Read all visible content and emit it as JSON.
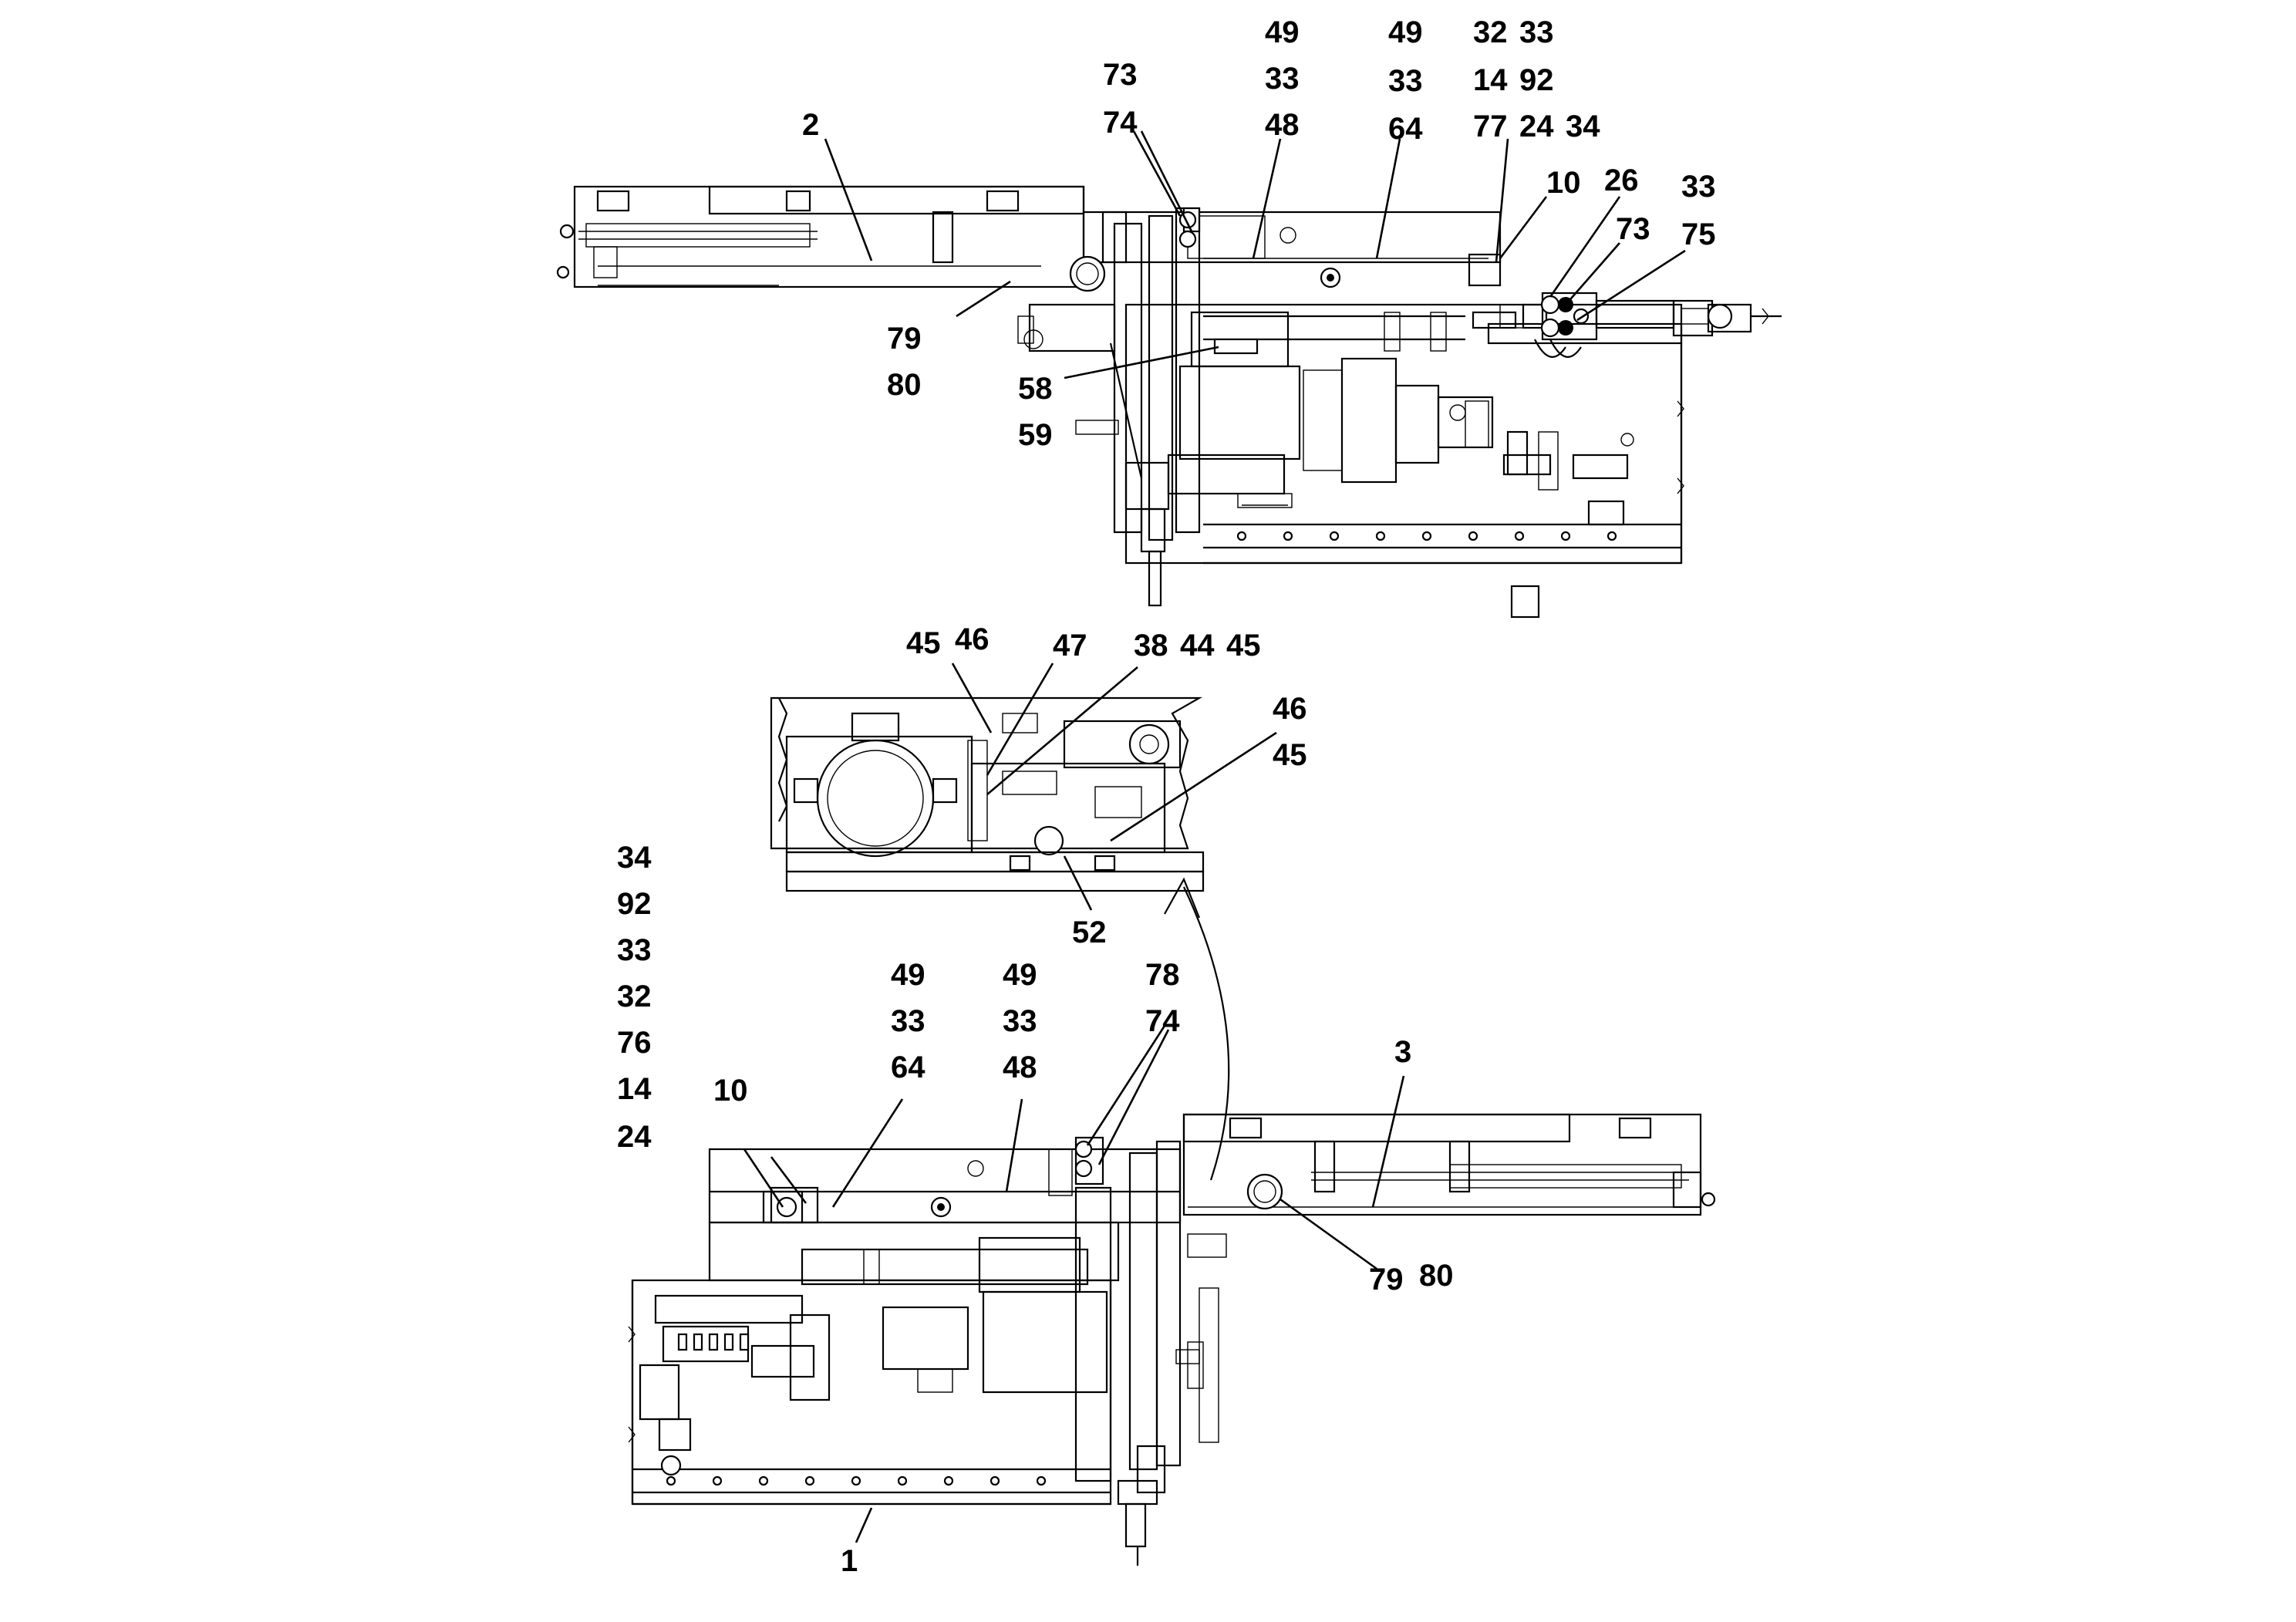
{
  "labels": {
    "top_2": "2",
    "top_73a": "73",
    "top_74a": "74",
    "top_49a": "49",
    "top_33a": "33",
    "top_48a": "48",
    "top_49b": "49",
    "top_33b": "33",
    "top_64a": "64",
    "top_32a": "32",
    "top_33c": "33",
    "top_14a": "14",
    "top_92a": "92",
    "top_77a": "77",
    "top_24a": "24",
    "top_34a": "34",
    "top_10a": "10",
    "top_26a": "26",
    "top_33d": "33",
    "top_73b": "73",
    "top_75a": "75",
    "top_79a": "79",
    "top_80a": "80",
    "top_58a": "58",
    "top_59a": "59",
    "mid_45a": "45",
    "mid_46a": "46",
    "mid_47a": "47",
    "mid_38a": "38",
    "mid_44a": "44",
    "mid_45b": "45",
    "mid_46b": "46",
    "mid_45c": "45",
    "mid_52a": "52",
    "bot_34a": "34",
    "bot_92a": "92",
    "bot_33a": "33",
    "bot_32a": "32",
    "bot_76a": "76",
    "bot_14a": "14",
    "bot_24a": "24",
    "bot_10a": "10",
    "bot_49a": "49",
    "bot_33b": "33",
    "bot_64a": "64",
    "bot_49b": "49",
    "bot_33c": "33",
    "bot_48a": "48",
    "bot_78a": "78",
    "bot_74a": "74",
    "bot_3a": "3",
    "bot_79a": "79",
    "bot_80a": "80",
    "bot_1a": "1"
  }
}
